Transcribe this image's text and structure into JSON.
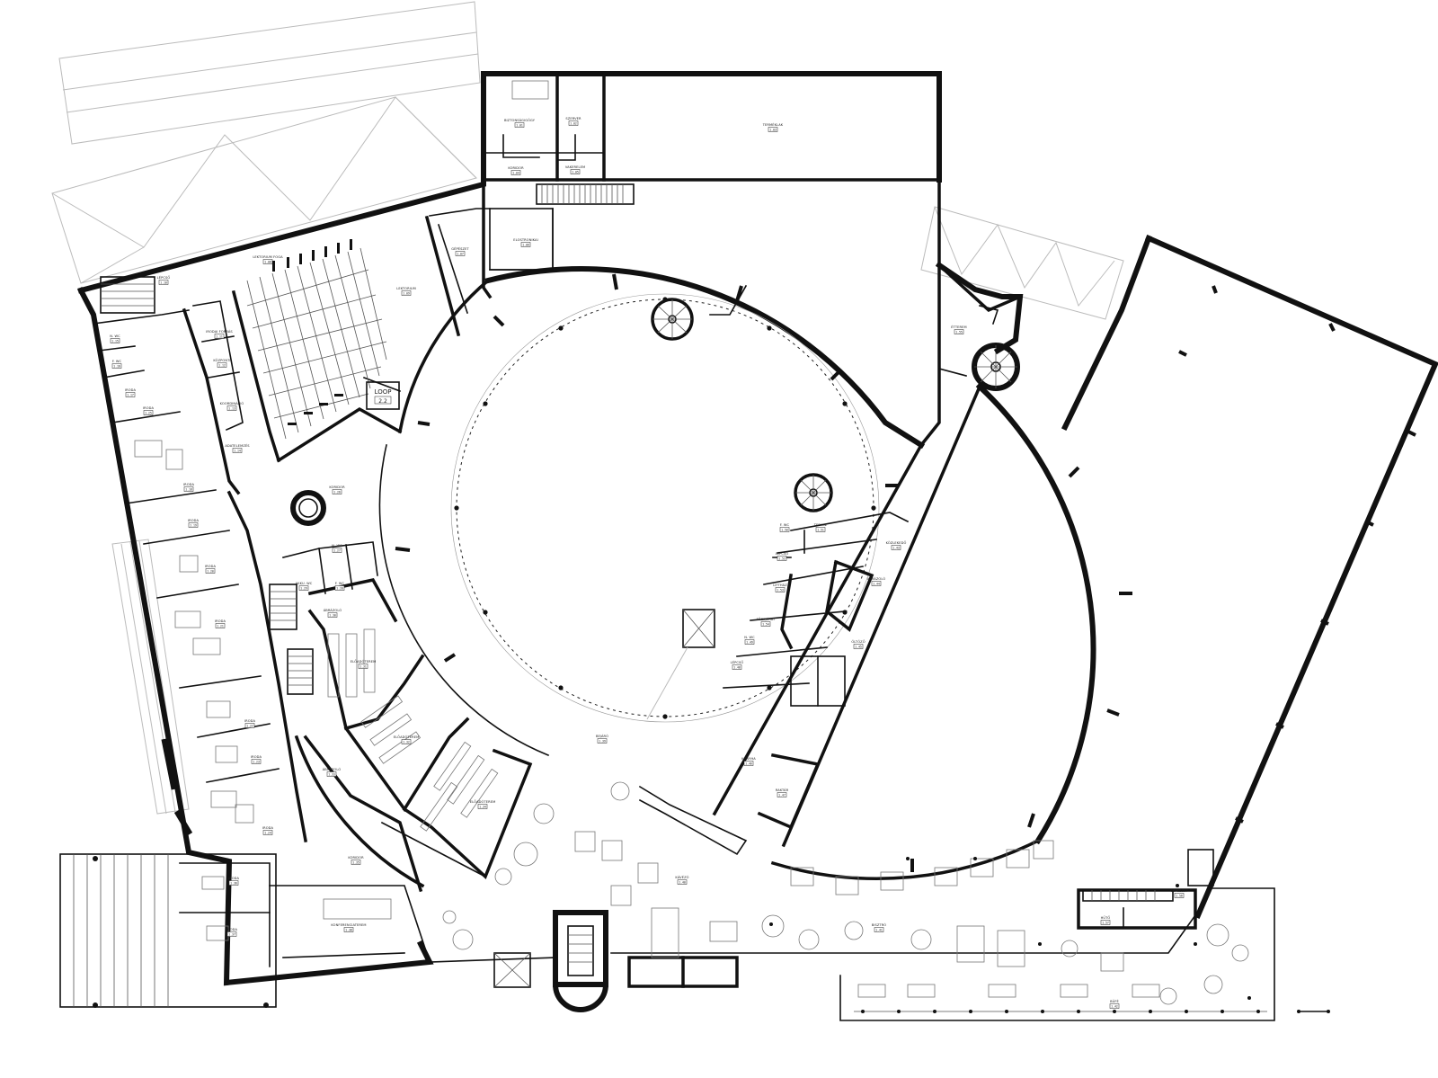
{
  "plan": {
    "rooms": [
      {
        "id": "r1",
        "label": "BIZTONSÁGIGÖGY",
        "number": "1.01"
      },
      {
        "id": "r2",
        "label": "SZERVER",
        "number": "1.02"
      },
      {
        "id": "r3",
        "label": "TERMÉKLAK",
        "number": "1.03"
      },
      {
        "id": "r4",
        "label": "KORIDOR",
        "number": "1.04"
      },
      {
        "id": "r5",
        "label": "VAKERELEM",
        "number": "1.05"
      },
      {
        "id": "r6",
        "label": "ELOSTRONIKAI",
        "number": "1.06"
      },
      {
        "id": "r7",
        "label": "GÉPÉSZET",
        "number": "1.07"
      },
      {
        "id": "r8",
        "label": "LEKTORIUM FOGA",
        "number": "1.08"
      },
      {
        "id": "r9",
        "label": "LEKTORIUM",
        "number": "1.09"
      },
      {
        "id": "r10",
        "label": "LÉPCSŐ",
        "number": "1.10"
      },
      {
        "id": "r11",
        "label": "IRODAI FORRÁS",
        "number": "1.11"
      },
      {
        "id": "r12",
        "label": "KÖZPONTI",
        "number": "1.12"
      },
      {
        "id": "r13",
        "label": "KOORDINÁCIÓ",
        "number": "1.13"
      },
      {
        "id": "r14",
        "label": "ADATELEMZÉS",
        "number": "1.14"
      },
      {
        "id": "r15",
        "label": "N. WC",
        "number": "1.15"
      },
      {
        "id": "r16",
        "label": "F. WC",
        "number": "1.16"
      },
      {
        "id": "r17",
        "label": "IRODA",
        "number": "1.17"
      },
      {
        "id": "r18",
        "label": "IRODA",
        "number": "1.18"
      },
      {
        "id": "r19",
        "label": "IRODA",
        "number": "1.19"
      },
      {
        "id": "r20",
        "label": "IRODA",
        "number": "1.20"
      },
      {
        "id": "r21",
        "label": "IRODA",
        "number": "1.21"
      },
      {
        "id": "r22",
        "label": "IRODA",
        "number": "1.22"
      },
      {
        "id": "r23",
        "label": "IRODA",
        "number": "1.23"
      },
      {
        "id": "r24",
        "label": "IRODA",
        "number": "1.24"
      },
      {
        "id": "r25",
        "label": "IRODA",
        "number": "1.25"
      },
      {
        "id": "r26",
        "label": "KORIDOR",
        "number": "1.26"
      },
      {
        "id": "r27",
        "label": "N. WC",
        "number": "1.27"
      },
      {
        "id": "r28",
        "label": "F. WC",
        "number": "1.28"
      },
      {
        "id": "r29",
        "label": "AKKU. WC",
        "number": "1.29"
      },
      {
        "id": "r30",
        "label": "ÁBRÁZOLÓ",
        "number": "1.30"
      },
      {
        "id": "r31",
        "label": "ELŐADÓTEREM",
        "number": "1.31"
      },
      {
        "id": "r32",
        "label": "ELŐADÓTEREM",
        "number": "1.32"
      },
      {
        "id": "r33",
        "label": "ÁBRÁZOLÓ",
        "number": "1.33"
      },
      {
        "id": "r34",
        "label": "ELŐADÓTEREM",
        "number": "1.34"
      },
      {
        "id": "r35",
        "label": "KORIDOR",
        "number": "1.35"
      },
      {
        "id": "r36",
        "label": "IRODA",
        "number": "1.36"
      },
      {
        "id": "r37",
        "label": "IRODA",
        "number": "1.37"
      },
      {
        "id": "r38",
        "label": "KONFERENCIATEREM",
        "number": "1.38"
      },
      {
        "id": "r39",
        "label": "BEJÁRÓ",
        "number": "1.39"
      },
      {
        "id": "r40",
        "label": "KÁVÉZÓ",
        "number": "1.40"
      },
      {
        "id": "r41",
        "label": "BISZTRÓ",
        "number": "1.41"
      },
      {
        "id": "r42",
        "label": "BÜFÉ",
        "number": "1.42"
      },
      {
        "id": "r43",
        "label": "KÖZLEKEDŐ",
        "number": "1.43"
      },
      {
        "id": "r44",
        "label": "ÁBRÁZOLÓ",
        "number": "1.44"
      },
      {
        "id": "r45",
        "label": "ÖLTÖZŐ",
        "number": "1.45"
      },
      {
        "id": "r46",
        "label": "KONYHA",
        "number": "1.46"
      },
      {
        "id": "r47",
        "label": "RAKTÁR",
        "number": "1.47"
      },
      {
        "id": "r48",
        "label": "LÉPCSŐ",
        "number": "1.48"
      },
      {
        "id": "r49",
        "label": "N. WC",
        "number": "1.49"
      },
      {
        "id": "r50",
        "label": "F. WC",
        "number": "1.50"
      },
      {
        "id": "r51",
        "label": "TERASZ",
        "number": "1.51"
      },
      {
        "id": "r52",
        "label": "LÉPCSŐ",
        "number": "1.52"
      },
      {
        "id": "r53",
        "label": "LIFTHÁZ",
        "number": "1.53"
      },
      {
        "id": "r54",
        "label": "FŐBEJÁRAT",
        "number": "1.54"
      },
      {
        "id": "r55",
        "label": "ÉTTEREM",
        "number": "1.55"
      },
      {
        "id": "r56",
        "label": "GÉPÉSZET",
        "number": "1.56"
      },
      {
        "id": "r57",
        "label": "HŰTŐ",
        "number": "1.57"
      }
    ],
    "loop_label": "LOOP",
    "loop_number": "2.2"
  }
}
